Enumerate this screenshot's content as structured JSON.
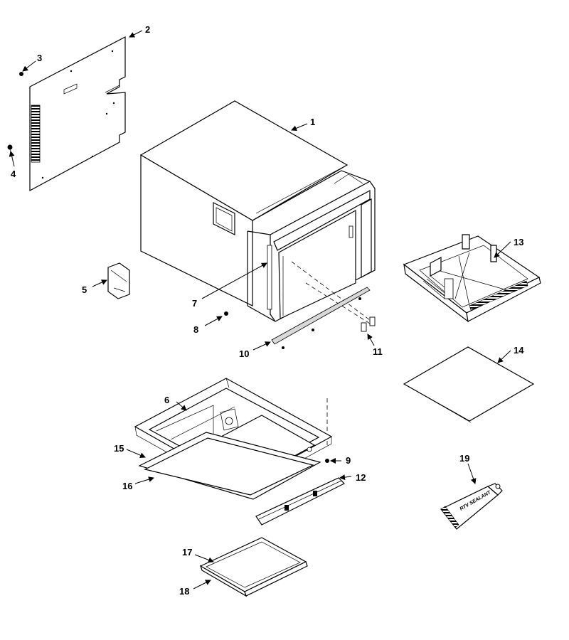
{
  "callouts": {
    "c1": "1",
    "c2": "2",
    "c3": "3",
    "c4": "4",
    "c5": "5",
    "c6": "6",
    "c7": "7",
    "c8": "8",
    "c9": "9",
    "c10": "10",
    "c11": "11",
    "c12": "12",
    "c13": "13",
    "c14": "14",
    "c15": "15",
    "c16": "16",
    "c17": "17",
    "c18": "18",
    "c19": "19"
  },
  "labels": {
    "sealant_tube": "RTV SEALANT"
  }
}
